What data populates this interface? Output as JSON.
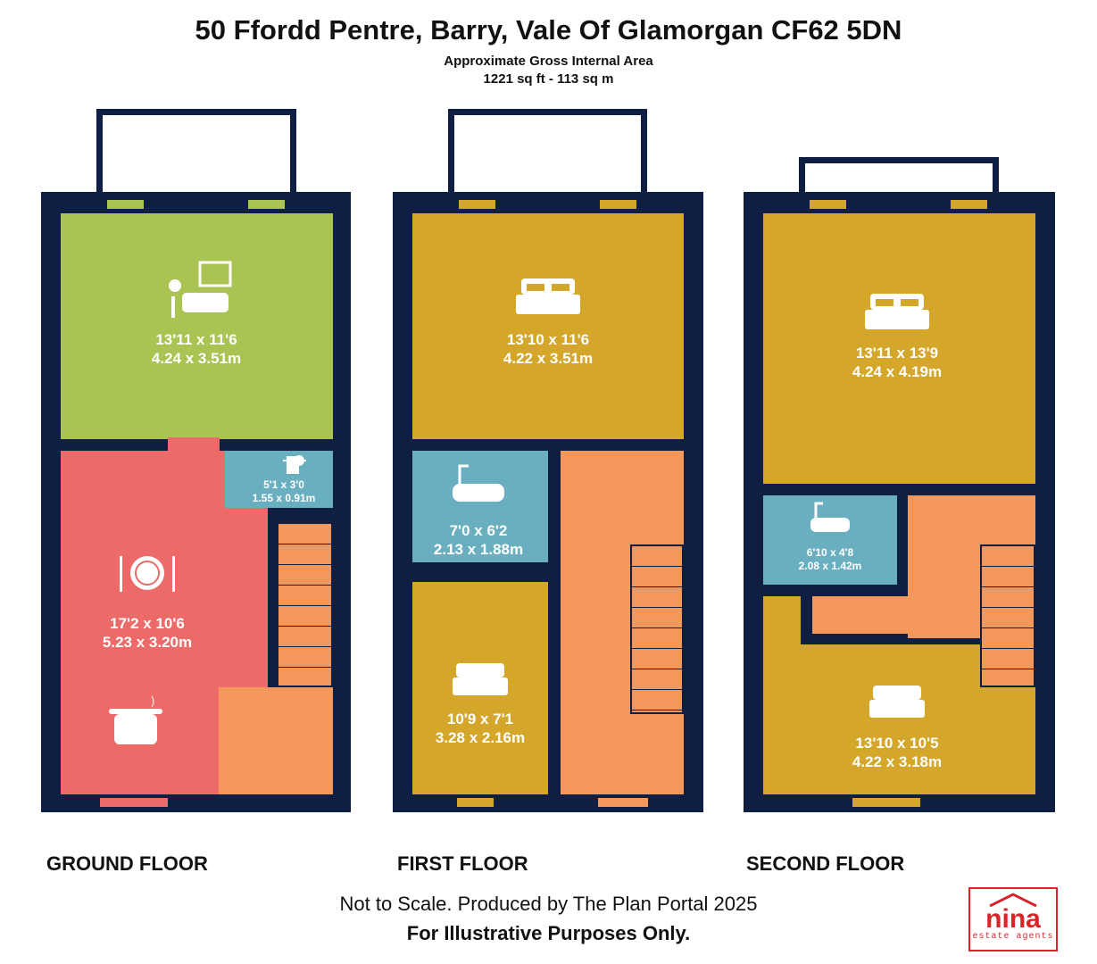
{
  "header": {
    "title": "50 Ffordd Pentre, Barry, Vale Of Glamorgan CF62 5DN",
    "subtitle": "Approximate Gross Internal Area",
    "area": "1221 sq ft - 113 sq m"
  },
  "floors": [
    {
      "name": "GROUND FLOOR",
      "rooms": [
        {
          "type": "living",
          "imperial": "13'11 x 11'6",
          "metric": "4.24 x 3.51m"
        },
        {
          "type": "wc",
          "imperial": "5'1 x 3'0",
          "metric": "1.55 x 0.91m"
        },
        {
          "type": "kitchen-dining",
          "imperial": "17'2 x 10'6",
          "metric": "5.23 x 3.20m"
        }
      ]
    },
    {
      "name": "FIRST FLOOR",
      "rooms": [
        {
          "type": "bedroom",
          "imperial": "13'10 x 11'6",
          "metric": "4.22 x 3.51m"
        },
        {
          "type": "bathroom",
          "imperial": "7'0 x 6'2",
          "metric": "2.13 x 1.88m"
        },
        {
          "type": "bedroom",
          "imperial": "10'9 x 7'1",
          "metric": "3.28 x 2.16m"
        }
      ]
    },
    {
      "name": "SECOND FLOOR",
      "rooms": [
        {
          "type": "bedroom",
          "imperial": "13'11 x 13'9",
          "metric": "4.24 x 4.19m"
        },
        {
          "type": "bathroom",
          "imperial": "6'10 x 4'8",
          "metric": "2.08 x 1.42m"
        },
        {
          "type": "bedroom",
          "imperial": "13'10 x 10'5",
          "metric": "4.22 x 3.18m"
        }
      ]
    }
  ],
  "footer": {
    "note": "Not to Scale. Produced by The Plan Portal 2025",
    "disclaimer": "For Illustrative Purposes Only."
  },
  "logo": {
    "name": "nina",
    "tagline": "estate agents"
  },
  "colors": {
    "wall": "#0f1f44",
    "living": "#a9c452",
    "kitchen": "#ec6b68",
    "hall": "#f4975a",
    "bedroom": "#d4a72a",
    "bathroom": "#6aafc0",
    "logo": "#d9252a"
  }
}
